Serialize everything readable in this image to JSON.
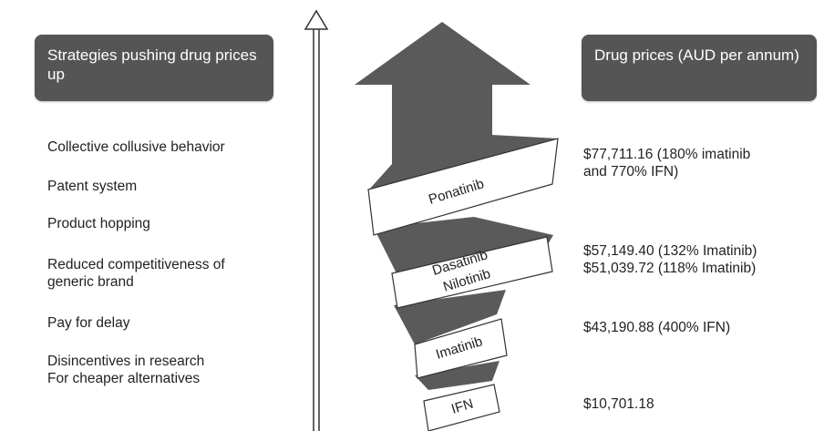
{
  "left_header": "Strategies pushing drug prices up",
  "right_header": "Drug prices (AUD per annum)",
  "strategies": [
    "Collective collusive behavior",
    "Patent system",
    "Product hopping",
    "Reduced competitiveness of\ngeneric brand",
    "Pay for delay",
    "Disincentives in research\nFor cheaper alternatives"
  ],
  "prices": [
    "$77,711.16 (180% imatinib\nand 770% IFN)",
    "$57,149.40 (132% Imatinib)\n$51,039.72 (118% Imatinib)",
    "$43,190.88 (400% IFN)",
    "$10,701.18"
  ],
  "drug_labels": {
    "ponatinib": "Ponatinib",
    "dasatinib": "Dasatinib",
    "nilotinib": "Nilotinib",
    "imatinib": "Imatinib",
    "ifn": "IFN"
  },
  "colors": {
    "header_bg": "#555555",
    "band_dark": "#5a5a5a",
    "band_white": "#ffffff"
  }
}
